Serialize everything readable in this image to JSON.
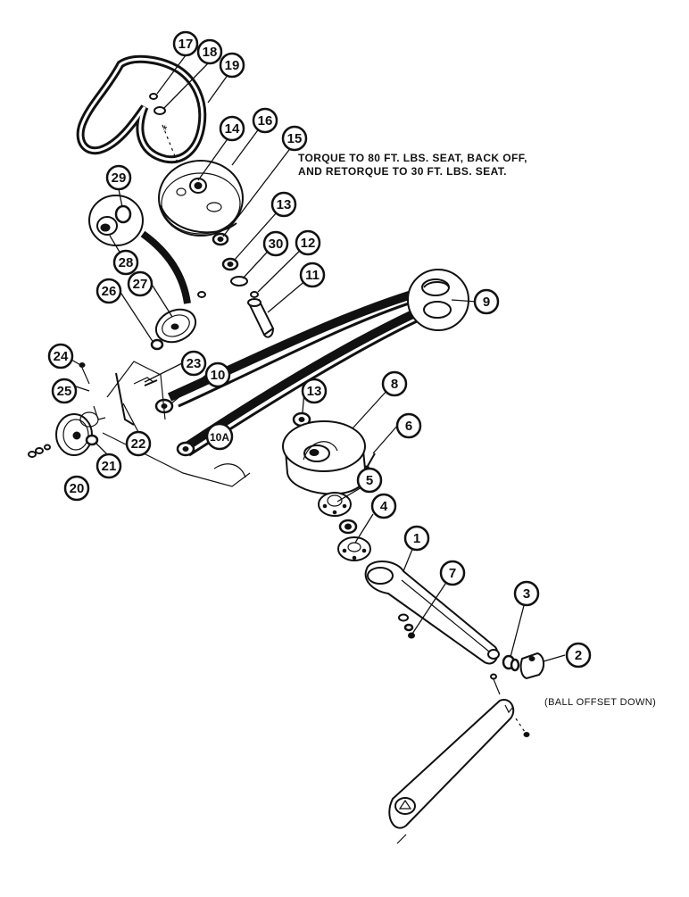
{
  "notes": {
    "torque_line1": "TORQUE TO 80 FT. LBS. SEAT, BACK OFF,",
    "torque_line2": "AND RETORQUE TO 30 FT. LBS. SEAT.",
    "ball_offset": "(BALL OFFSET DOWN)"
  },
  "callouts": {
    "c1": "1",
    "c2": "2",
    "c3": "3",
    "c4": "4",
    "c5": "5",
    "c6": "6",
    "c7": "7",
    "c8": "8",
    "c9": "9",
    "c10": "10",
    "c10a": "10A",
    "c11": "11",
    "c12": "12",
    "c13a": "13",
    "c13b": "13",
    "c14": "14",
    "c15": "15",
    "c16": "16",
    "c17": "17",
    "c18": "18",
    "c19": "19",
    "c20": "20",
    "c21": "21",
    "c22": "22",
    "c23": "23",
    "c24": "24",
    "c25": "25",
    "c26": "26",
    "c27": "27",
    "c28": "28",
    "c29": "29",
    "c30": "30"
  }
}
